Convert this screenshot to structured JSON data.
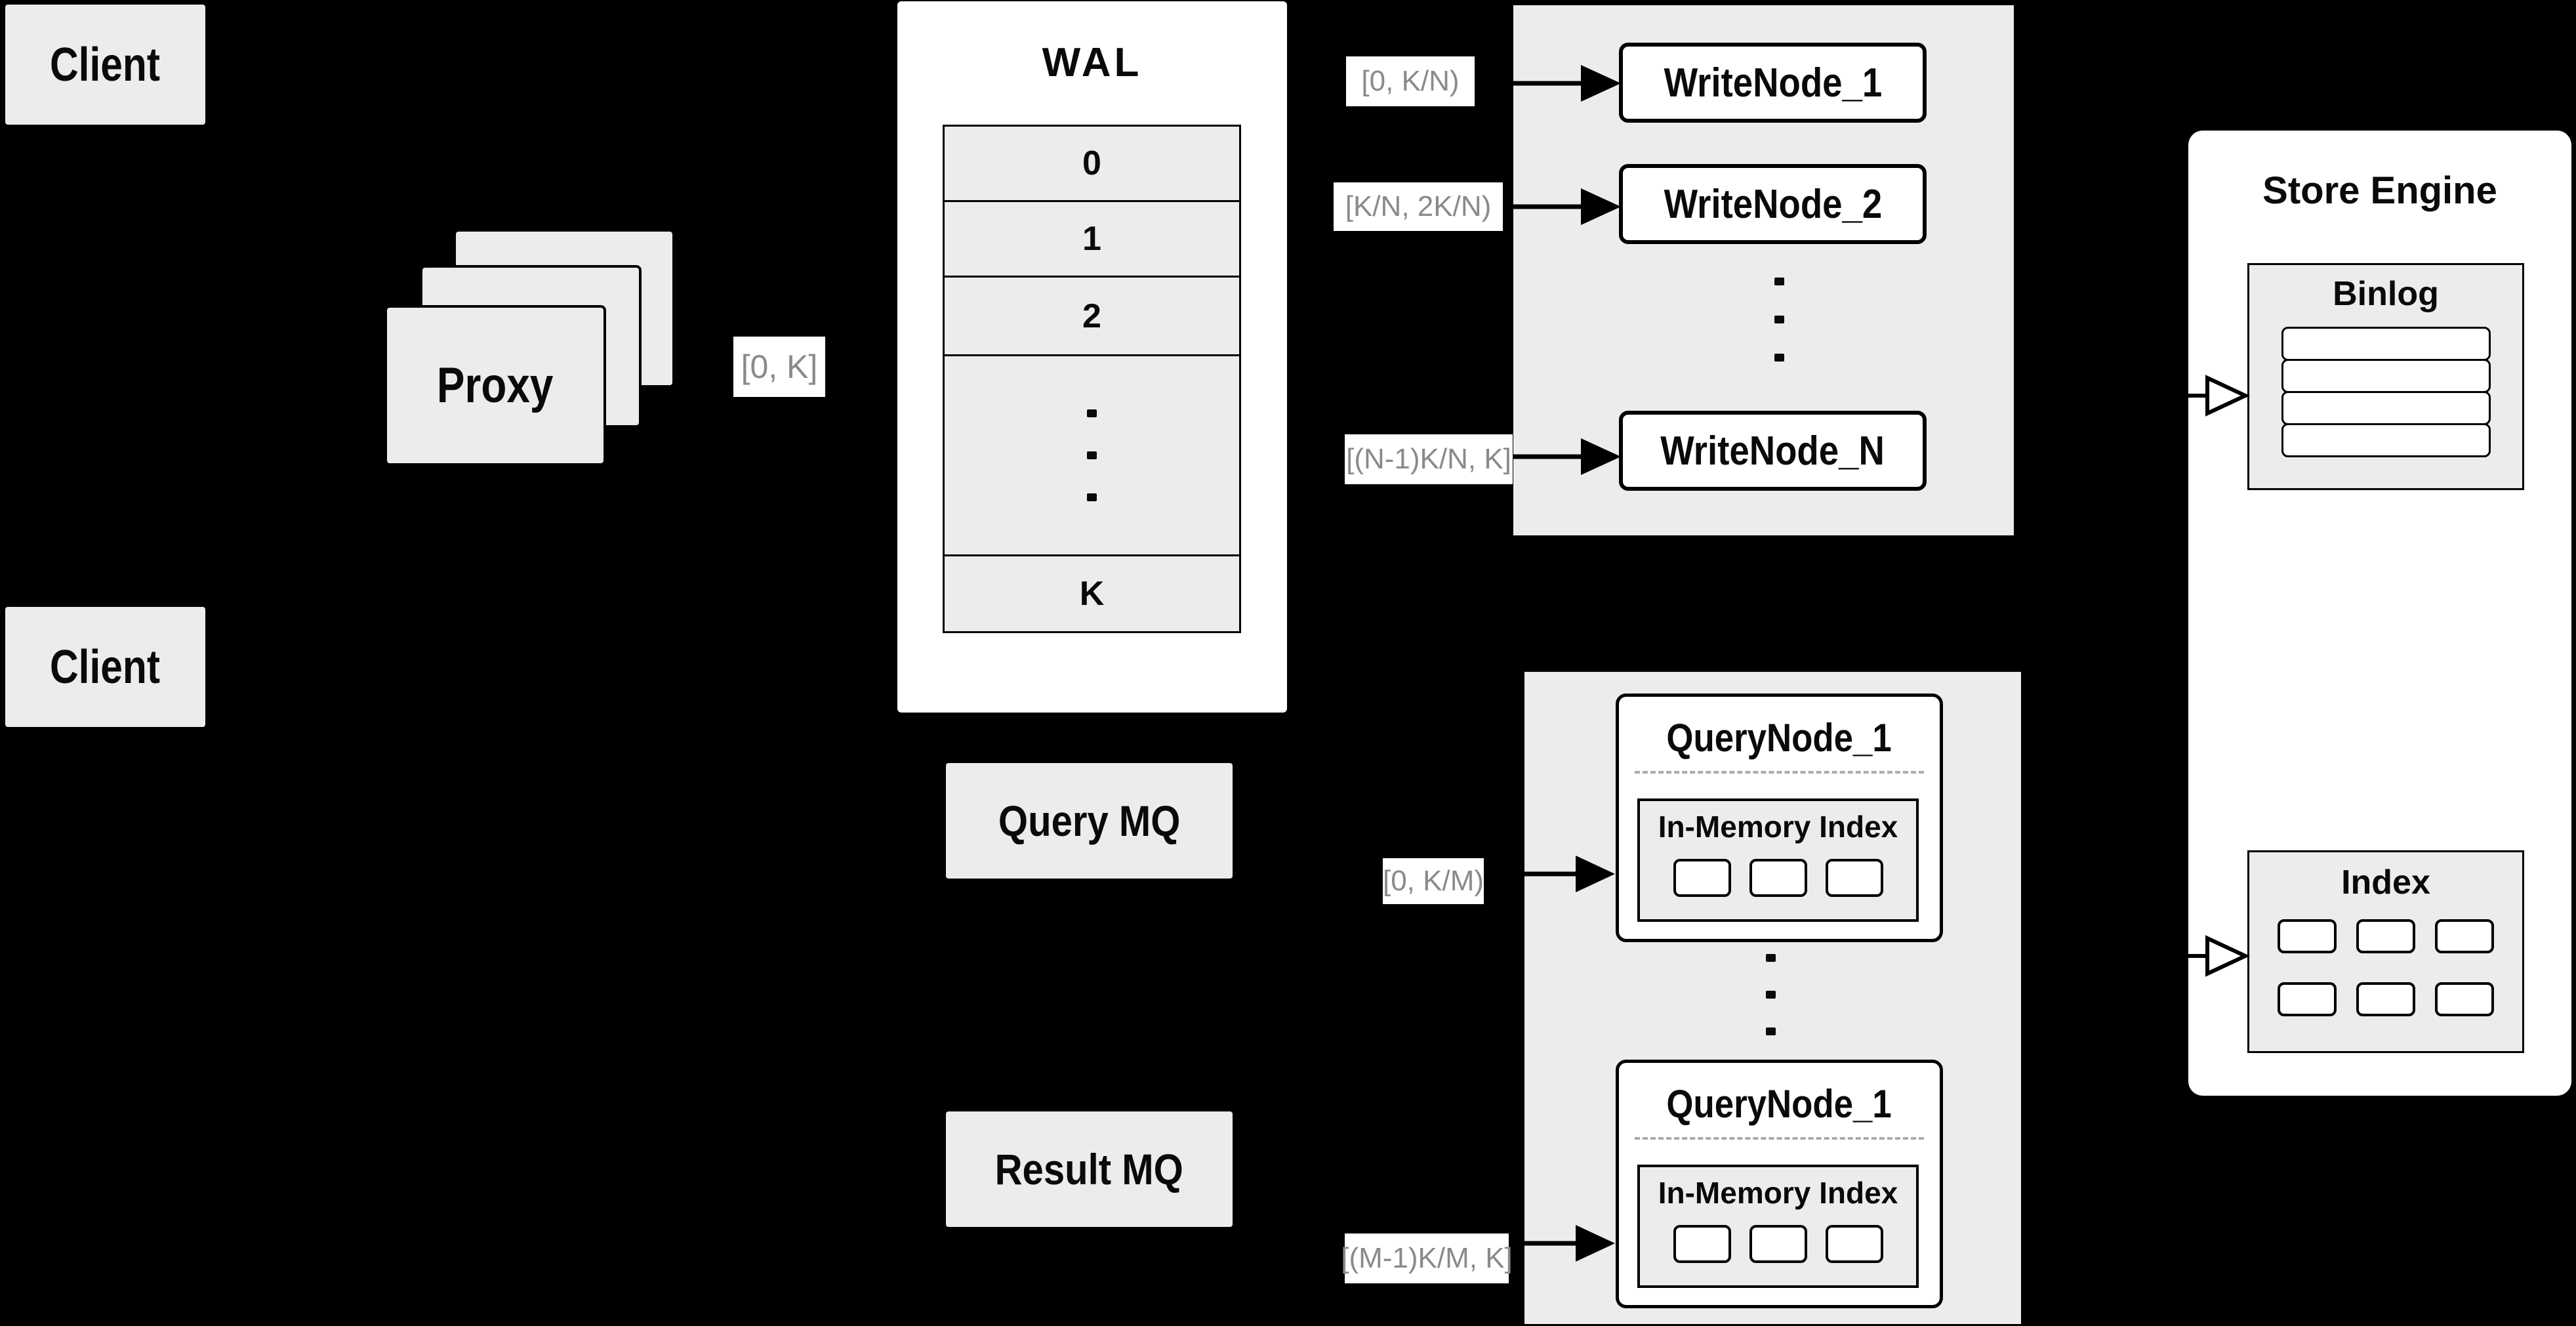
{
  "colors": {
    "background": "#000000",
    "panel_gray": "#ececec",
    "node_fill": "#ffffff",
    "border": "#000000",
    "label_text": "#8a8a8a"
  },
  "clients": {
    "top": "Client",
    "bottom": "Client"
  },
  "proxy": {
    "label": "Proxy"
  },
  "range_labels": {
    "proxy_out": "[0, K]",
    "write_1": "[0, K/N)",
    "write_2": "[K/N, 2K/N)",
    "write_n": "[(N-1)K/N, K]",
    "query_1": "[0, K/M)",
    "query_m": "[(M-1)K/M, K]"
  },
  "wal": {
    "title": "WAL",
    "rows": [
      "0",
      "1",
      "2",
      "K"
    ]
  },
  "write_nodes": {
    "panel": "write-node-group",
    "node_1": "WriteNode_1",
    "node_2": "WriteNode_2",
    "node_n": "WriteNode_N"
  },
  "store_engine": {
    "title": "Store Engine",
    "binlog_title": "Binlog",
    "index_title": "Index"
  },
  "mq": {
    "query": "Query MQ",
    "result": "Result MQ"
  },
  "query_nodes": {
    "node_top_title": "QueryNode_1",
    "node_bottom_title": "QueryNode_1",
    "in_memory_top": "In-Memory Index",
    "in_memory_bottom": "In-Memory Index"
  }
}
